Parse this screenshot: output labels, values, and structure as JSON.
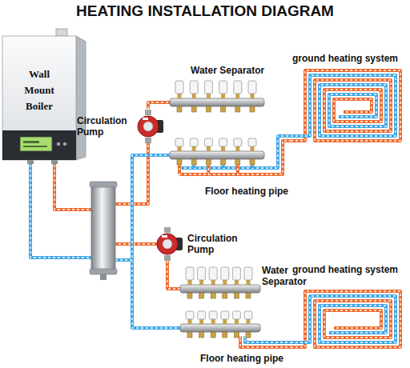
{
  "diagram": {
    "title": "HEATING INSTALLATION DIAGRAM",
    "nodes": [
      {
        "text": [
          "Wall Mount Boiler"
        ]
      },
      {
        "text": [
          "Water Separator"
        ]
      },
      {
        "text": [
          "ground heating system"
        ]
      },
      {
        "text": [
          "Circulation Pump"
        ]
      },
      {
        "text": [
          "Circulation Pump"
        ]
      },
      {
        "text": [
          "Water Separator"
        ]
      },
      {
        "text": [
          "ground heating system"
        ]
      }
    ],
    "edges": [
      {
        "from": 3,
        "to": 1,
        "arrow": "none"
      },
      {
        "from": 1,
        "to": 2,
        "arrow": "none"
      },
      {
        "from": 4,
        "to": 5,
        "arrow": "none"
      },
      {
        "from": 5,
        "to": 6,
        "arrow": "none"
      }
    ],
    "labels": [
      "Floor heating pipe",
      "Floor heating pipe"
    ]
  }
}
